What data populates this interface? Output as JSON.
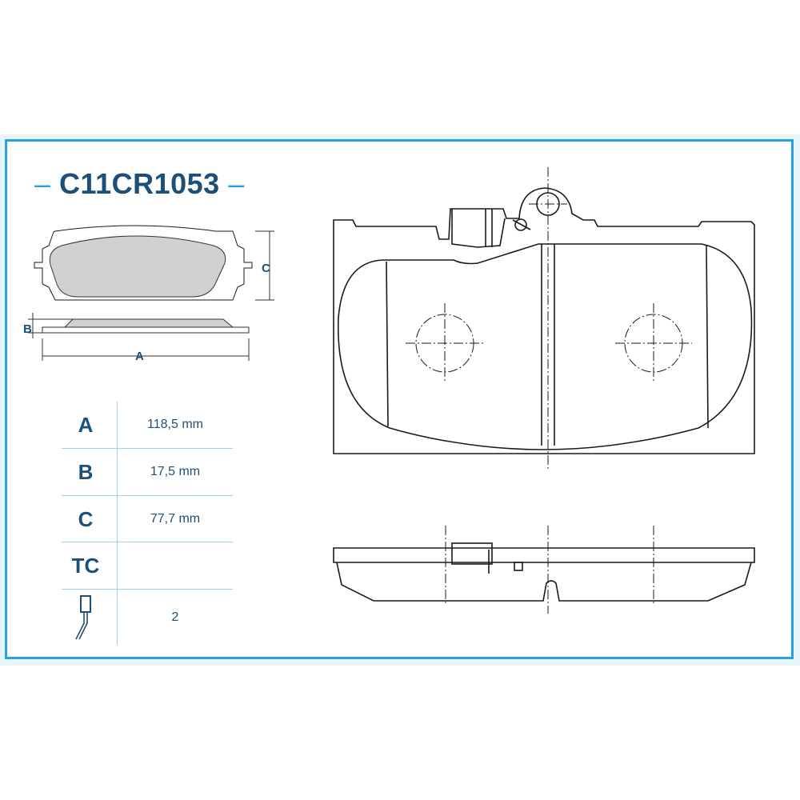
{
  "title": {
    "dash_left": "–",
    "part_number": "C11CR1053",
    "dash_right": "–"
  },
  "dimension_letters": {
    "a": "A",
    "b": "B",
    "c": "C"
  },
  "specs": [
    {
      "label": "A",
      "value": "118,5 mm"
    },
    {
      "label": "B",
      "value": "17,5 mm"
    },
    {
      "label": "C",
      "value": "77,7 mm"
    },
    {
      "label": "TC",
      "value": ""
    }
  ],
  "sensor": {
    "icon": "wear-sensor-icon",
    "value": "2"
  },
  "colors": {
    "frame_border": "#2c9fde",
    "label_text": "#1e4f79",
    "pad_fill": "#d1d1d1",
    "table_rule": "#9fd2ec"
  }
}
